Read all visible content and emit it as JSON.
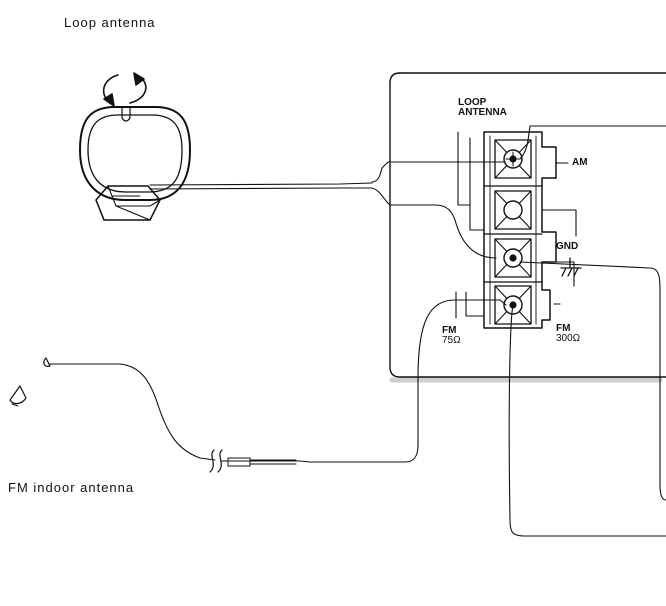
{
  "labels": {
    "loop_antenna": "Loop antenna",
    "fm_indoor_antenna": "FM indoor antenna",
    "loop_antenna_terminal_line1": "LOOP",
    "loop_antenna_terminal_line2": "ANTENNA",
    "am": "AM",
    "gnd": "GND",
    "fm75_line1": "FM",
    "fm75_line2": "75Ω",
    "fm300_line1": "FM",
    "fm300_line2": "300Ω"
  },
  "colors": {
    "ink": "#111111",
    "panel_shadow": "#cfcfcf"
  },
  "icons": [
    "rotation-arrows-icon",
    "ground-symbol-icon"
  ]
}
